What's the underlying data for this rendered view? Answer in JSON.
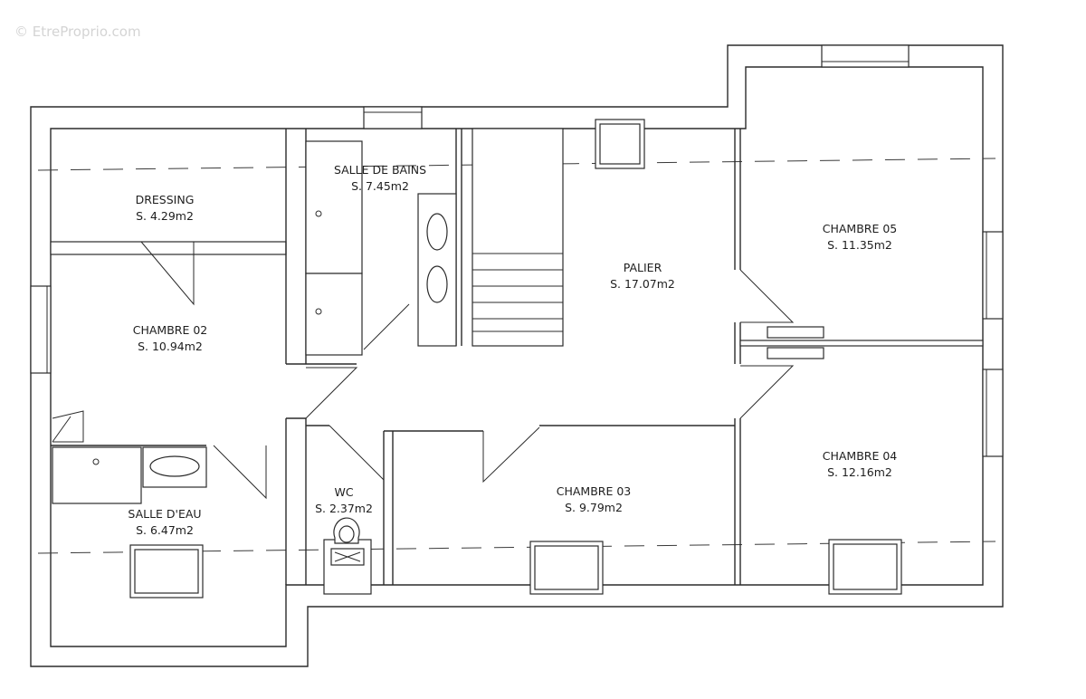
{
  "watermark": "© EtreProprio.com",
  "rooms": [
    {
      "id": "dressing",
      "name": "DRESSING",
      "area": "S. 4.29m2"
    },
    {
      "id": "chambre-02",
      "name": "CHAMBRE 02",
      "area": "S. 10.94m2"
    },
    {
      "id": "salle-eau",
      "name": "SALLE D'EAU",
      "area": "S. 6.47m2"
    },
    {
      "id": "salle-bains",
      "name": "SALLE DE BAINS",
      "area": "S. 7.45m2"
    },
    {
      "id": "palier",
      "name": "PALIER",
      "area": "S. 17.07m2"
    },
    {
      "id": "wc",
      "name": "WC",
      "area": "S. 2.37m2"
    },
    {
      "id": "chambre-03",
      "name": "CHAMBRE 03",
      "area": "S. 9.79m2"
    },
    {
      "id": "chambre-05",
      "name": "CHAMBRE 05",
      "area": "S. 11.35m2"
    },
    {
      "id": "chambre-04",
      "name": "CHAMBRE 04",
      "area": "S. 12.16m2"
    }
  ]
}
